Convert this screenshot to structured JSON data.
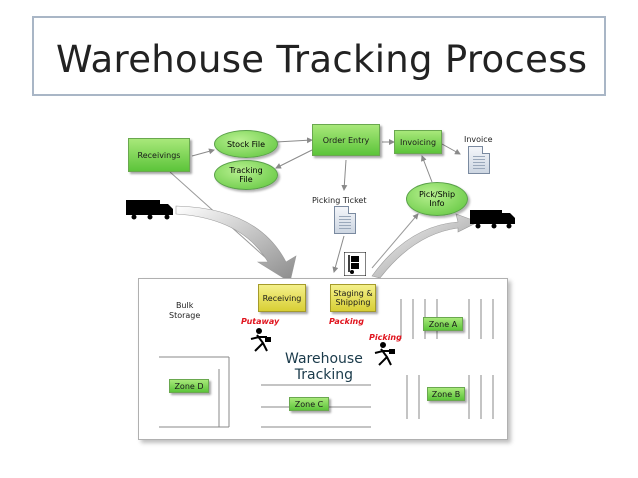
{
  "title": "Warehouse Tracking Process",
  "nodes": {
    "receivings": "Receivings",
    "stock_file": "Stock File",
    "tracking_file_line1": "Tracking",
    "tracking_file_line2": "File",
    "order_entry": "Order Entry",
    "invoicing": "Invoicing",
    "invoice": "Invoice",
    "picking_ticket": "Picking Ticket",
    "pick_ship_line1": "Pick/Ship",
    "pick_ship_line2": "Info"
  },
  "warehouse": {
    "receiving": "Receiving",
    "staging_line1": "Staging &",
    "staging_line2": "Shipping",
    "bulk_line1": "Bulk",
    "bulk_line2": "Storage",
    "putaway": "Putaway",
    "packing": "Packing",
    "picking": "Picking",
    "center_line1": "Warehouse",
    "center_line2": "Tracking",
    "zone_a": "Zone A",
    "zone_b": "Zone B",
    "zone_c": "Zone C",
    "zone_d": "Zone D"
  }
}
